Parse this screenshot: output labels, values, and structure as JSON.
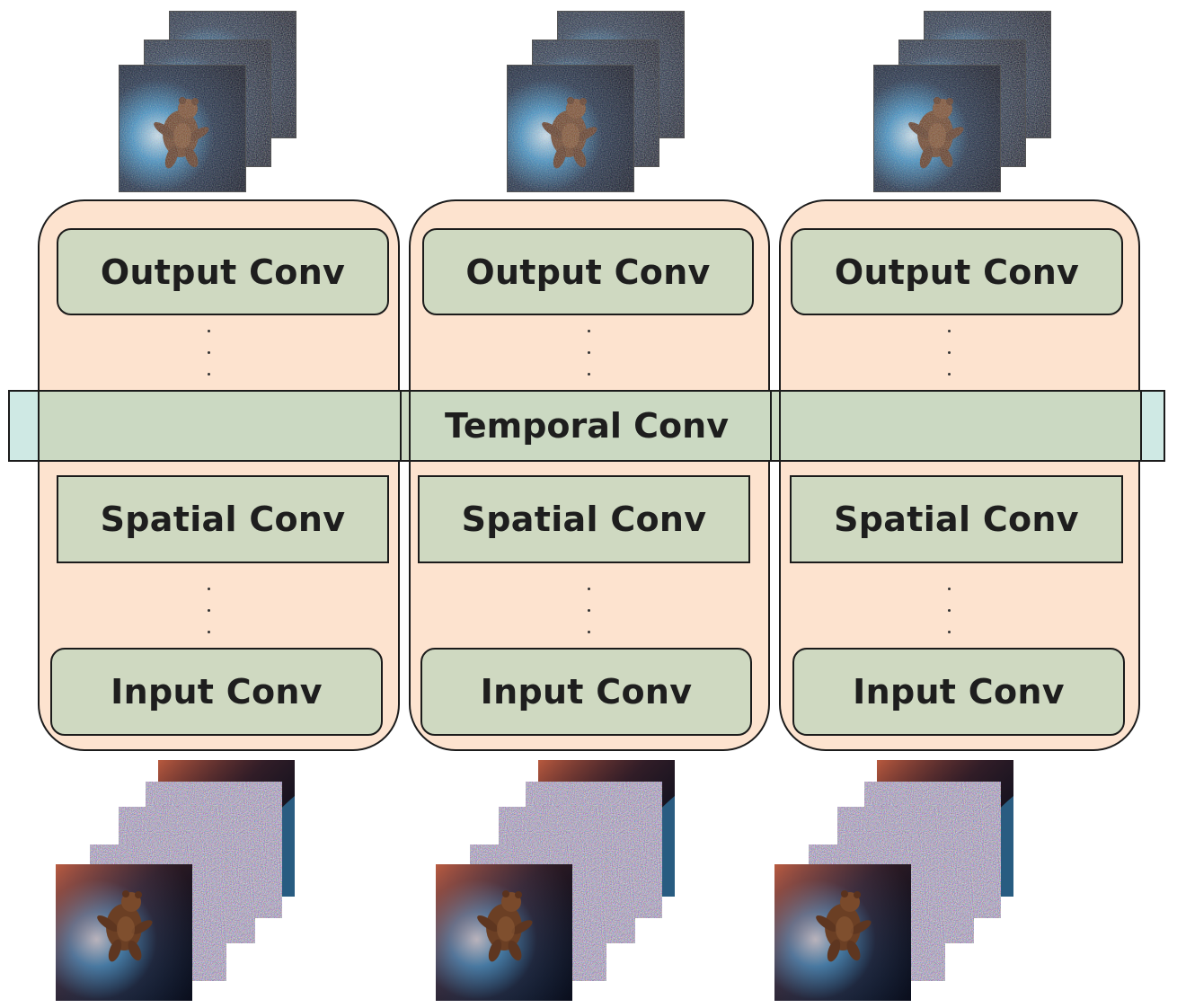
{
  "columns": [
    {
      "output_label": "Output Conv",
      "spatial_label": "Spatial Conv",
      "input_label": "Input Conv"
    },
    {
      "output_label": "Output Conv",
      "spatial_label": "Spatial Conv",
      "input_label": "Input Conv"
    },
    {
      "output_label": "Output Conv",
      "spatial_label": "Spatial Conv",
      "input_label": "Input Conv"
    }
  ],
  "temporal_label": "Temporal Conv",
  "colors": {
    "column_fill": "#fde3cf",
    "block_fill": "#cfd9c1",
    "temporal_edge_fill": "#cfe9e4",
    "outline": "#1b1b1b"
  },
  "icons": {
    "output_frames": "noisy-bear-frame-stack",
    "input_frames": "bear-in-space-frame-stack"
  }
}
